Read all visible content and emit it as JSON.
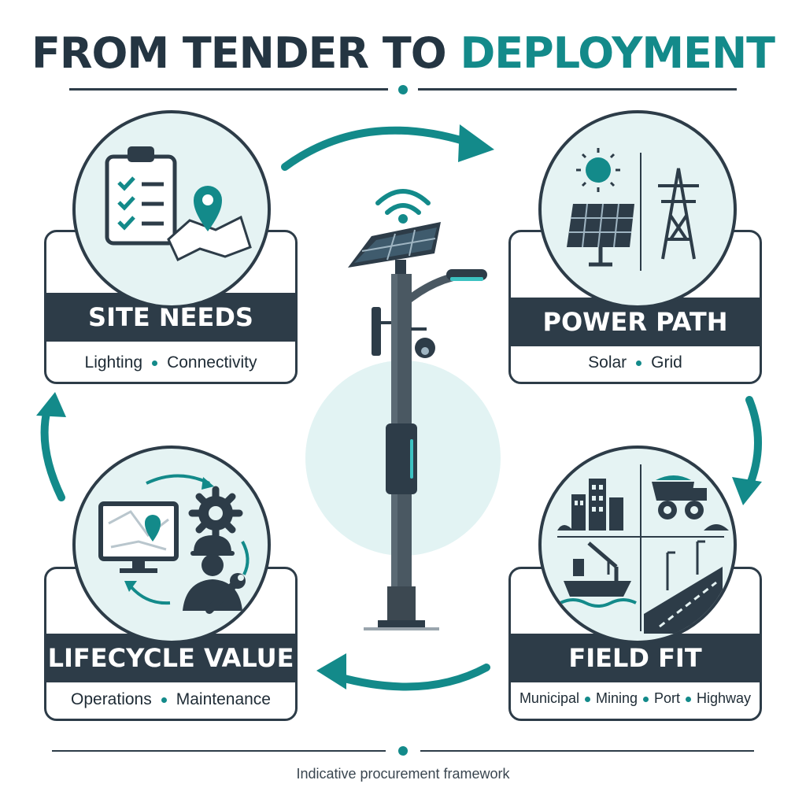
{
  "title": {
    "part1": "FROM TENDER TO ",
    "part2": "DEPLOYMENT"
  },
  "cards": {
    "site_needs": {
      "title": "SITE NEEDS",
      "items": [
        "Lighting",
        "Connectivity"
      ]
    },
    "power_path": {
      "title": "POWER PATH",
      "items": [
        "Solar",
        "Grid"
      ]
    },
    "lifecycle_value": {
      "title": "LIFECYCLE VALUE",
      "items": [
        "Operations",
        "Maintenance"
      ]
    },
    "field_fit": {
      "title": "FIELD FIT",
      "items": [
        "Municipal",
        "Mining",
        "Port",
        "Highway"
      ]
    }
  },
  "footer": "Indicative procurement framework",
  "colors": {
    "dark": "#2d3c48",
    "accent": "#138a8a",
    "light": "#e5f3f3"
  },
  "icons": [
    "clipboard-icon",
    "map-pin-icon",
    "sun-icon",
    "solar-panel-icon",
    "pylon-icon",
    "monitor-map-icon",
    "gear-icon",
    "worker-icon",
    "wrench-icon",
    "city-icon",
    "mining-truck-icon",
    "port-crane-icon",
    "highway-icon",
    "smart-pole-icon",
    "wifi-icon",
    "camera-icon"
  ]
}
